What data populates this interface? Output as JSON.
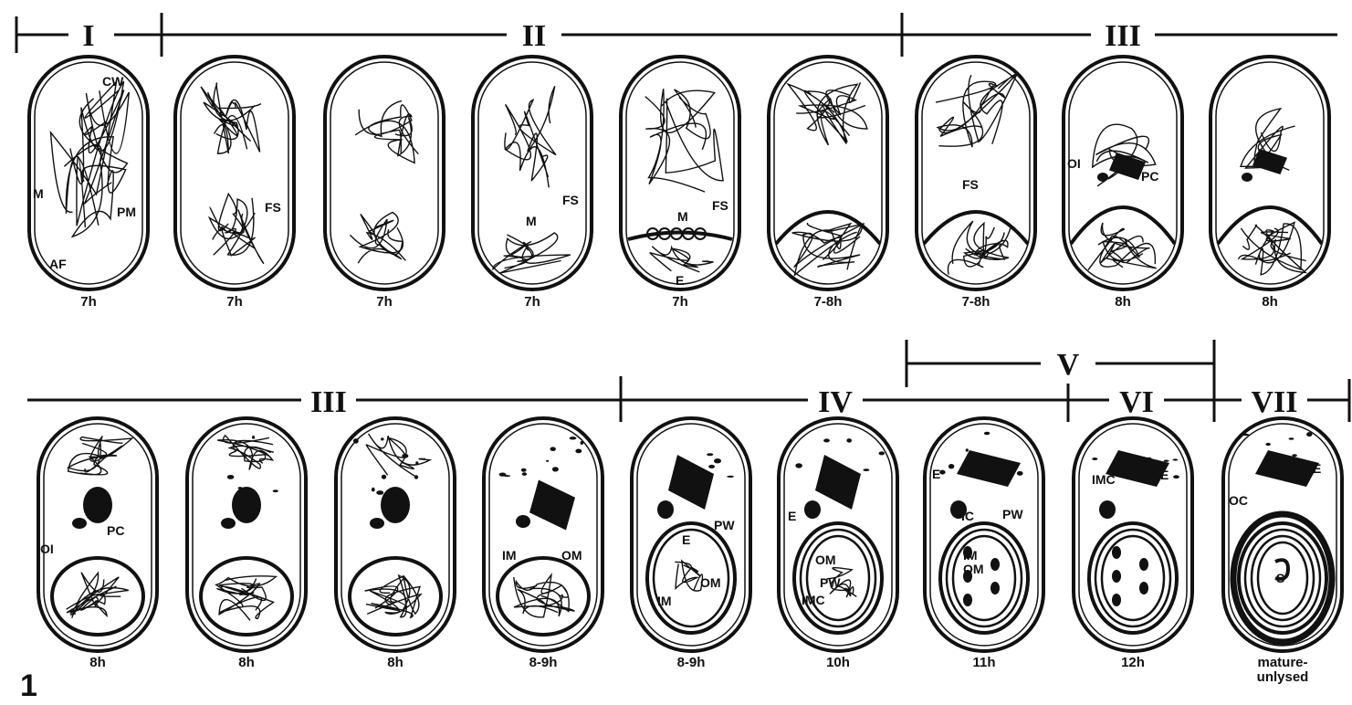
{
  "figure_number": "1",
  "stage_bars": {
    "row1": [
      {
        "label": "I"
      },
      {
        "label": "II"
      },
      {
        "label": "III"
      }
    ],
    "row2": [
      {
        "label": "III"
      },
      {
        "label": "IV"
      },
      {
        "label": "V"
      },
      {
        "label": "VI"
      },
      {
        "label": "VII"
      }
    ]
  },
  "cells_row1": [
    {
      "time": "7h",
      "labels": [
        "CW",
        "M",
        "PM",
        "AF"
      ]
    },
    {
      "time": "7h",
      "labels": [
        "FS"
      ]
    },
    {
      "time": "7h",
      "labels": []
    },
    {
      "time": "7h",
      "labels": [
        "FS",
        "M"
      ]
    },
    {
      "time": "7h",
      "labels": [
        "M",
        "FS",
        "E"
      ]
    },
    {
      "time": "7-8h",
      "labels": []
    },
    {
      "time": "7-8h",
      "labels": [
        "FS"
      ]
    },
    {
      "time": "8h",
      "labels": [
        "OI",
        "PC"
      ]
    },
    {
      "time": "8h",
      "labels": []
    }
  ],
  "cells_row2": [
    {
      "time": "8h",
      "labels": [
        "PC",
        "OI"
      ]
    },
    {
      "time": "8h",
      "labels": []
    },
    {
      "time": "8h",
      "labels": []
    },
    {
      "time": "8-9h",
      "labels": [
        "IM",
        "OM"
      ]
    },
    {
      "time": "8-9h",
      "labels": [
        "E",
        "PW",
        "OM",
        "IM"
      ]
    },
    {
      "time": "10h",
      "labels": [
        "E",
        "OM",
        "PW",
        "IMC"
      ]
    },
    {
      "time": "11h",
      "labels": [
        "E",
        "IC",
        "PW",
        "IM",
        "OM"
      ]
    },
    {
      "time": "12h",
      "labels": [
        "IMC",
        "E"
      ]
    },
    {
      "time": "mature-unlysed",
      "labels": [
        "OC",
        "E",
        "S"
      ]
    }
  ]
}
